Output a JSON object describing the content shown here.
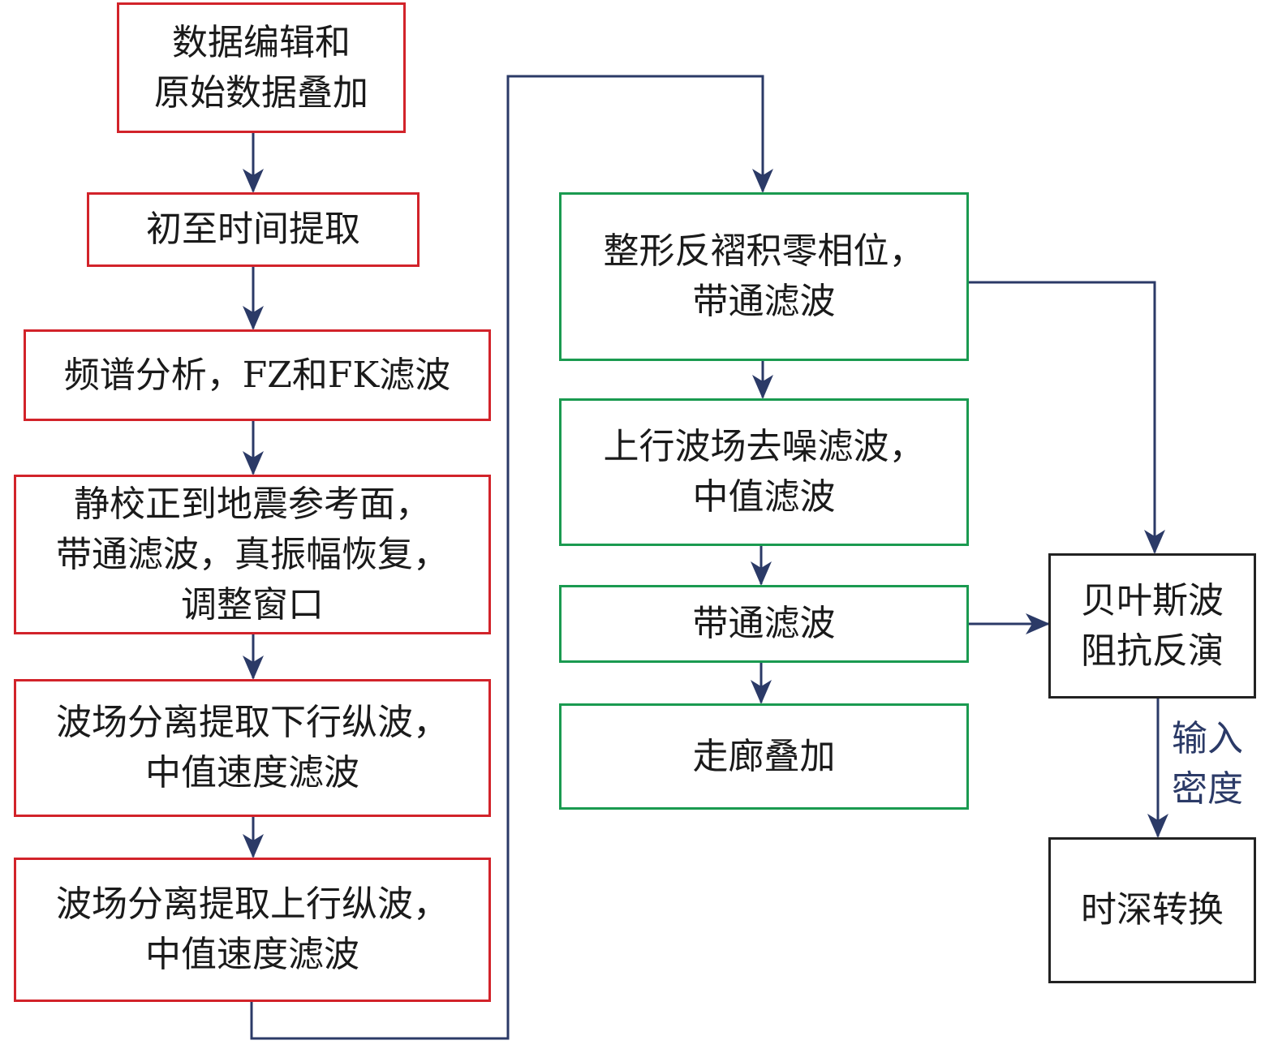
{
  "colors": {
    "left_column_border": "#d2232a",
    "middle_column_border": "#1a9a50",
    "right_column_border": "#222222",
    "connector": "#2b3a67"
  },
  "left_column": [
    {
      "id": "data-edit-stack",
      "lines": [
        "数据编辑和",
        "原始数据叠加"
      ]
    },
    {
      "id": "first-break-pick",
      "lines": [
        "初至时间提取"
      ]
    },
    {
      "id": "spectrum-fz-fk",
      "lines": [
        "频谱分析，FZ和FK滤波"
      ]
    },
    {
      "id": "static-correction",
      "lines": [
        "静校正到地震参考面，",
        "带通滤波，真振幅恢复，",
        "调整窗口"
      ]
    },
    {
      "id": "downgoing-separation",
      "lines": [
        "波场分离提取下行纵波，",
        "中值速度滤波"
      ]
    },
    {
      "id": "upgoing-separation",
      "lines": [
        "波场分离提取上行纵波，",
        "中值速度滤波"
      ]
    }
  ],
  "middle_column": [
    {
      "id": "shaping-deconv",
      "lines": [
        "整形反褶积零相位，",
        "带通滤波"
      ]
    },
    {
      "id": "upgoing-denoise",
      "lines": [
        "上行波场去噪滤波，",
        "中值滤波"
      ]
    },
    {
      "id": "bandpass",
      "lines": [
        "带通滤波"
      ]
    },
    {
      "id": "corridor-stack",
      "lines": [
        "走廊叠加"
      ]
    }
  ],
  "right_column": [
    {
      "id": "bayesian-inversion",
      "lines": [
        "贝叶斯波",
        "阻抗反演"
      ]
    },
    {
      "id": "time-depth",
      "lines": [
        "时深转换"
      ]
    }
  ],
  "annotations": {
    "input_density": [
      "输入",
      "密度"
    ]
  }
}
